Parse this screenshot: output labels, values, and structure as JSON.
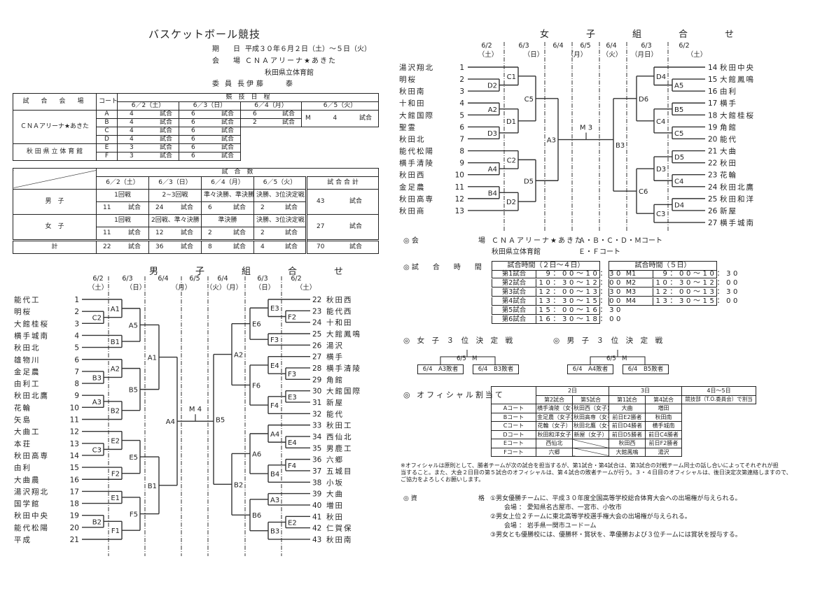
{
  "header": {
    "title": "バスケットボール競技",
    "period_label": "期　　日",
    "period": "平成３０年６月２日（土）～５日（火）",
    "venue_label": "会　　場",
    "venue1": "ＣＮＡアリーナ★あきた",
    "venue2": "秋田県立体育館",
    "chair_label": "委員長",
    "chair": "伊藤　　泰"
  },
  "schedule_table": {
    "venue_header": "試　合　会　場",
    "court_header": "コート",
    "schedule_header": "競　技　日　程",
    "dates": [
      "6／2（土）",
      "6／3（日）",
      "6／4（月）",
      "6／5（火）"
    ],
    "unit": "試合",
    "venues": [
      "ＣＮＡアリーナ★あきた",
      "秋 田 県 立 体 育 館"
    ],
    "rows": [
      {
        "court": "A",
        "d1": "4",
        "d2": "6",
        "d3": "6"
      },
      {
        "court": "B",
        "d1": "4",
        "d2": "6",
        "d3": "2"
      },
      {
        "court": "C",
        "d1": "4",
        "d2": "6"
      },
      {
        "court": "D",
        "d1": "4",
        "d2": "6"
      },
      {
        "court": "E",
        "d1": "3",
        "d2": "6"
      },
      {
        "court": "F",
        "d1": "3",
        "d2": "6"
      }
    ],
    "m_court": "M",
    "m_count": "4"
  },
  "count_table": {
    "header": "試　合　数",
    "dates": [
      "6／2（土）",
      "6／3（日）",
      "6／4（月）",
      "6／5（火）"
    ],
    "total_header": "試 合 合 計",
    "unit": "試合",
    "men": {
      "label": "男　子",
      "rounds": [
        "1回戦",
        "2~3回戦",
        "準々決勝、準決勝",
        "決勝、3位決定戦"
      ],
      "counts": [
        "11",
        "24",
        "6",
        "2"
      ],
      "total": "43"
    },
    "women": {
      "label": "女　子",
      "rounds": [
        "1回戦",
        "2回戦、準々決勝",
        "準決勝",
        "決勝、3位決定戦"
      ],
      "counts": [
        "11",
        "12",
        "2",
        "2"
      ],
      "total": "27"
    },
    "sum": {
      "label": "計",
      "counts": [
        "22",
        "36",
        "8",
        "4"
      ],
      "total": "70"
    }
  },
  "men_bracket": {
    "title": "男　子　組　合　せ",
    "dates_top": [
      "6/2",
      "6/3",
      "6/4",
      "6/5",
      "6/4",
      "6/3",
      "6/2"
    ],
    "dates_bottom": [
      "（土）",
      "（日）",
      "（月）",
      "（火）（月）",
      "（日）",
      "（土）"
    ],
    "final": "M 4",
    "teams": [
      "能代工",
      "明桜",
      "大館桂桜",
      "横手城南",
      "秋田北",
      "雄物川",
      "金足農",
      "由利工",
      "秋田北鷹",
      "花輪",
      "矢島",
      "大曲工",
      "本荘",
      "秋田高専",
      "由利",
      "大曲農",
      "湯沢翔北",
      "国学館",
      "秋田中央",
      "能代松陽",
      "平成",
      "秋田西",
      "能代西",
      "十和田",
      "大館鳳鳴",
      "湯沢",
      "横手",
      "横手清陵",
      "角館",
      "大館国際",
      "新屋",
      "能代",
      "秋田工",
      "西仙北",
      "男鹿工",
      "六郷",
      "五城目",
      "小坂",
      "大曲",
      "増田",
      "秋田",
      "仁賀保",
      "秋田南"
    ],
    "left": {
      "m": "A4",
      "r": 5,
      "c": [
        {
          "m": "A1",
          "r": 4,
          "c": [
            {
              "m": "A5",
              "r": 3,
              "c": [
                {
                  "m": "A1",
                  "r": 2,
                  "c": [
                    1,
                    {
                      "m": "C2",
                      "r": 1,
                      "c": [
                        2,
                        3
                      ]
                    }
                  ]
                },
                {
                  "m": "B1",
                  "r": 2,
                  "c": [
                    4,
                    5
                  ]
                }
              ]
            },
            {
              "m": "B5",
              "r": 3,
              "c": [
                {
                  "m": "A2",
                  "r": 2,
                  "c": [
                    6,
                    {
                      "m": "B3",
                      "r": 1,
                      "c": [
                        7,
                        8
                      ]
                    }
                  ]
                },
                {
                  "m": "B2",
                  "r": 2,
                  "c": [
                    {
                      "m": "A3",
                      "r": 1,
                      "c": [
                        9,
                        10
                      ]
                    },
                    11
                  ]
                }
              ]
            }
          ]
        },
        {
          "m": "B1",
          "r": 4,
          "c": [
            {
              "m": "E5",
              "r": 3,
              "c": [
                {
                  "m": "E2",
                  "r": 2,
                  "c": [
                    12,
                    {
                      "m": "C3",
                      "r": 1,
                      "c": [
                        13,
                        14
                      ]
                    }
                  ]
                },
                {
                  "m": "F2",
                  "r": 2,
                  "c": [
                    15,
                    16
                  ]
                }
              ]
            },
            {
              "m": "F5",
              "r": 3,
              "c": [
                {
                  "m": "E1",
                  "r": 2,
                  "c": [
                    17,
                    18
                  ]
                },
                {
                  "m": "F1",
                  "r": 2,
                  "c": [
                    {
                      "m": "B2",
                      "r": 1,
                      "c": [
                        19,
                        20
                      ]
                    },
                    21
                  ]
                }
              ]
            }
          ]
        }
      ]
    },
    "right": {
      "m": "B5",
      "r": 5,
      "c": [
        {
          "m": "A2",
          "r": 4,
          "c": [
            {
              "m": "E6",
              "r": 3,
              "c": [
                {
                  "m": "E3",
                  "r": 2,
                  "c": [
                    22,
                    {
                      "m": "F2",
                      "r": 1,
                      "c": [
                        23,
                        24
                      ]
                    }
                  ]
                },
                {
                  "m": "F3",
                  "r": 2,
                  "c": [
                    25,
                    26
                  ]
                }
              ]
            },
            {
              "m": "F6",
              "r": 3,
              "c": [
                {
                  "m": "E4",
                  "r": 2,
                  "c": [
                    27,
                    {
                      "m": "F3",
                      "r": 1,
                      "c": [
                        28,
                        29
                      ]
                    }
                  ]
                },
                {
                  "m": "F4",
                  "r": 2,
                  "c": [
                    {
                      "m": "E3",
                      "r": 1,
                      "c": [
                        30,
                        31
                      ]
                    },
                    32
                  ]
                }
              ]
            }
          ]
        },
        {
          "m": "B2",
          "r": 4,
          "c": [
            {
              "m": "A6",
              "r": 3,
              "c": [
                {
                  "m": "A4",
                  "r": 2,
                  "c": [
                    33,
                    {
                      "m": "E4",
                      "r": 1,
                      "c": [
                        34,
                        35
                      ]
                    }
                  ]
                },
                {
                  "m": "B4",
                  "r": 2,
                  "c": [
                    {
                      "m": "F4",
                      "r": 1,
                      "c": [
                        36,
                        37
                      ]
                    },
                    38
                  ]
                }
              ]
            },
            {
              "m": "B6",
              "r": 3,
              "c": [
                {
                  "m": "A3",
                  "r": 2,
                  "c": [
                    39,
                    40
                  ]
                },
                {
                  "m": "B3",
                  "r": 2,
                  "c": [
                    {
                      "m": "E2",
                      "r": 1,
                      "c": [
                        41,
                        42
                      ]
                    },
                    43
                  ]
                }
              ]
            }
          ]
        }
      ]
    }
  },
  "women_bracket": {
    "title": "女　子　組　合　せ",
    "dates_top": [
      "6/2",
      "6/3",
      "6/4",
      "6/5",
      "6/4",
      "6/3",
      "6/2"
    ],
    "dates_bottom": [
      "（土）",
      "（日）",
      "（月）",
      "（火）",
      "（月日）",
      "（土）"
    ],
    "final": "M 3",
    "teams": [
      "湯沢翔北",
      "明桜",
      "秋田南",
      "十和田",
      "大館国際",
      "聖霊",
      "秋田北",
      "能代松陽",
      "横手清陵",
      "秋田西",
      "金足農",
      "秋田高専",
      "秋田商",
      "秋田中央",
      "大館鳳鳴",
      "由利",
      "横手",
      "大館桂桜",
      "角館",
      "能代",
      "大曲",
      "秋田",
      "花輪",
      "秋田北鷹",
      "秋田和洋",
      "新屋",
      "横手城南"
    ],
    "left": {
      "m": "A3",
      "r": 4,
      "c": [
        {
          "m": "C5",
          "r": 3,
          "c": [
            {
              "m": "C1",
              "r": 2,
              "c": [
                1,
                {
                  "m": "D2",
                  "r": 1,
                  "c": [
                    2,
                    3
                  ]
                }
              ]
            },
            {
              "m": "D1",
              "r": 2,
              "c": [
                {
                  "m": "A2",
                  "r": 1,
                  "c": [
                    4,
                    5
                  ]
                },
                {
                  "m": "D3",
                  "r": 1,
                  "c": [
                    6,
                    7
                  ]
                }
              ]
            }
          ]
        },
        {
          "m": "D5",
          "r": 3,
          "c": [
            {
              "m": "C2",
              "r": 2,
              "c": [
                8,
                {
                  "m": "A4",
                  "r": 1,
                  "c": [
                    9,
                    10
                  ]
                }
              ]
            },
            {
              "m": "D2",
              "r": 2,
              "c": [
                {
                  "m": "B4",
                  "r": 1,
                  "c": [
                    11,
                    12
                  ]
                },
                13
              ]
            }
          ]
        }
      ]
    },
    "right": {
      "m": "B3",
      "r": 4,
      "c": [
        {
          "m": "D6",
          "r": 3,
          "c": [
            {
              "m": "D4",
              "r": 2,
              "c": [
                14,
                {
                  "m": "A5",
                  "r": 1,
                  "c": [
                    15,
                    16
                  ]
                }
              ]
            },
            {
              "m": "C4",
              "r": 2,
              "c": [
                {
                  "m": "B5",
                  "r": 1,
                  "c": [
                    17,
                    18
                  ]
                },
                {
                  "m": "C5",
                  "r": 1,
                  "c": [
                    19,
                    20
                  ]
                }
              ]
            }
          ]
        },
        {
          "m": "C6",
          "r": 3,
          "c": [
            {
              "m": "D3",
              "r": 2,
              "c": [
                {
                  "m": "D5",
                  "r": 1,
                  "c": [
                    21,
                    22
                  ]
                },
                {
                  "m": "C4",
                  "r": 1,
                  "c": [
                    23,
                    24
                  ]
                }
              ]
            },
            {
              "m": "C3",
              "r": 2,
              "c": [
                {
                  "m": "D4",
                  "r": 1,
                  "c": [
                    25,
                    26
                  ]
                },
                27
              ]
            }
          ]
        }
      ]
    }
  },
  "venue_info": {
    "label_left": "◎ 会",
    "label_right": "場",
    "line1_venue": "ＣＮＡアリーナ★あきた",
    "line1_courts": "Ａ・Ｂ・Ｃ・Ｄ・Ｍコート",
    "line2_venue": "秋田県立体育館",
    "line2_courts": "Ｅ・Ｆコート"
  },
  "match_times": {
    "label": "◎ 試　　合　　時　　間",
    "table1_header": "試合時間（２日～４日）",
    "table1": [
      {
        "game": "第1試合",
        "time": "9：00～10：30"
      },
      {
        "game": "第2試合",
        "time": "10：30～12：00"
      },
      {
        "game": "第3試合",
        "time": "12：00～13：30"
      },
      {
        "game": "第4試合",
        "time": "13：30～15：00"
      },
      {
        "game": "第5試合",
        "time": "15：00～16：30"
      },
      {
        "game": "第6試合",
        "time": "16：30～18：00"
      }
    ],
    "table2_header": "試合時間（５日）",
    "table2": [
      {
        "game": "M1",
        "time": "9：00～10：30"
      },
      {
        "game": "M2",
        "time": "10：30～12：00"
      },
      {
        "game": "M3",
        "time": "12：00～13：30"
      },
      {
        "game": "M4",
        "time": "13：30～15：00"
      }
    ]
  },
  "third_place": {
    "women_label": "◎　女　子　３　位　決　定　戦",
    "men_label": "◎　男　子　３　位　決　定　戦",
    "match": "6/5　M",
    "women": [
      "6/4　A3敗者",
      "6/4　B3敗者"
    ],
    "men": [
      "6/4　A4敗者",
      "6/4　B5敗者"
    ]
  },
  "officials": {
    "label": "◎ オフィシャル割当て",
    "day2": "2日",
    "day3": "3日",
    "day45": "4日～5日",
    "day45_note": "競技部（T.O.委員会）で割当",
    "cols": [
      "第2試合",
      "第5試合",
      "第1試合",
      "第4試合"
    ],
    "rows": [
      {
        "court": "Aコート",
        "v": [
          "横手清陵（女子）",
          "秋田西（女子）",
          "大曲",
          "増田"
        ]
      },
      {
        "court": "Bコート",
        "v": [
          "金足農（女子）",
          "秋田高専（女子）",
          "前日E2勝者",
          "秋田南"
        ]
      },
      {
        "court": "Cコート",
        "v": [
          "花輪（女子）",
          "秋田北鷹（女子）",
          "前日D4勝者",
          "横手城南"
        ]
      },
      {
        "court": "Dコート",
        "v": [
          "秋田和洋女子",
          "新屋（女子）",
          "前日D5勝者",
          "前日C4勝者"
        ]
      },
      {
        "court": "Eコート",
        "v": [
          "西仙北",
          "",
          "秋田西",
          "前日F2勝者"
        ]
      },
      {
        "court": "Fコート",
        "v": [
          "六郷",
          "",
          "大館鳳鳴",
          "湯沢"
        ]
      }
    ],
    "note": [
      "※オフィシャルは原則として、勝者チームが次の試合を担当するが、第1試合・第4試合は、第3試合の対戦チーム同士の話し合いによってそれぞれが担",
      "当すること。また、大会２日目の第５試合のオフィシャルは、第４試合の敗者チームが行う。３・４日目のオフィシャルは、後日決定次第連絡しますので、",
      "ご協力をよろしくお願いします。"
    ]
  },
  "qualification": {
    "label_left": "◎ 資",
    "label_right": "格",
    "lines": [
      "①男女優勝チームに、平成３０年度全国高等学校総合体育大会への出場権が与えられる。",
      "会場 ： 愛知県名古屋市、一宮市、小牧市",
      "②男女上位２チームに東北高等学校選手権大会の出場権が与えられる。",
      "会場 ： 岩手県一関市ユードーム",
      "③男女とも優勝校には、優勝杯・賞状を、準優勝および３位チームには賞状を授与する。"
    ]
  }
}
